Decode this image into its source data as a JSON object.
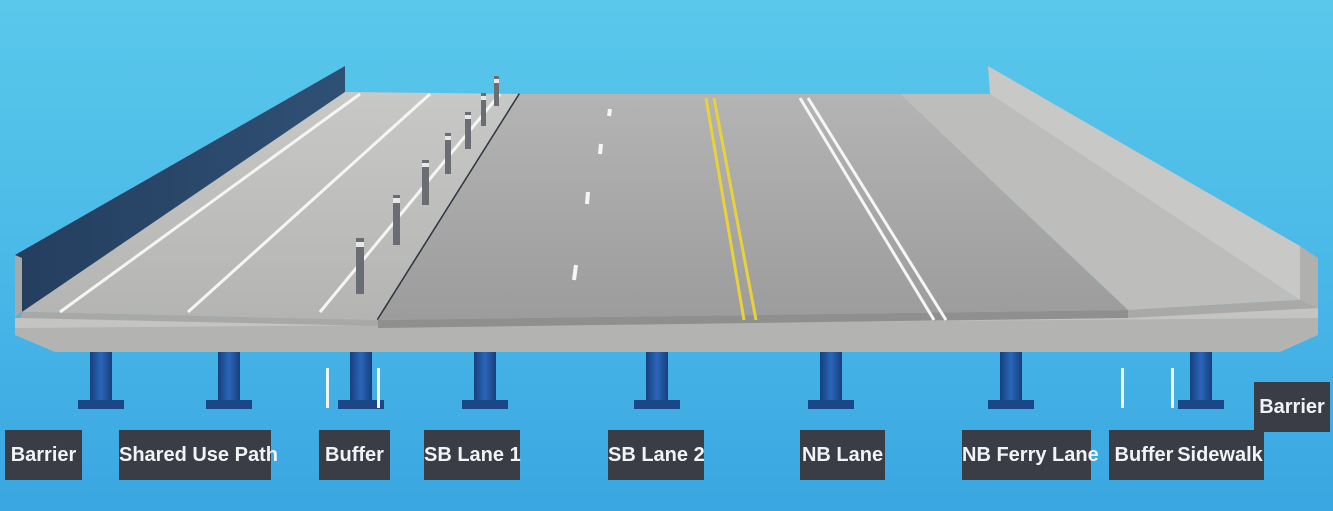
{
  "labels": {
    "barrier_left": "Barrier",
    "shared_use_path": "Shared Use Path",
    "buffer_left": "Buffer",
    "sb_lane_1": "SB Lane 1",
    "sb_lane_2": "SB Lane 2",
    "nb_lane": "NB Lane",
    "nb_ferry_lane": "NB Ferry Lane",
    "buffer_right": "Buffer",
    "sidewalk": "Sidewalk",
    "barrier_right": "Barrier"
  },
  "colors": {
    "sky": "#4cbbe8",
    "label_bg": "#3a3d46",
    "label_text": "#f2f3f5",
    "girder": "#1f4f98",
    "centerline": "#e8d23a",
    "road": "#9a9a9a",
    "concrete": "#b9b9b7"
  }
}
